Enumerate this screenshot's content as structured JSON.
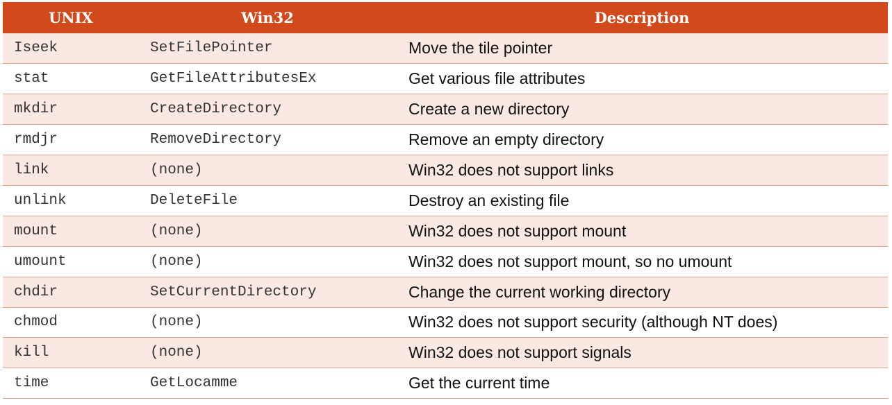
{
  "table": {
    "headers": [
      "UNIX",
      "Win32",
      "Description"
    ],
    "rows": [
      {
        "unix": "Iseek",
        "win32": "SetFilePointer",
        "description": "Move the tile pointer"
      },
      {
        "unix": "stat",
        "win32": "GetFileAttributesEx",
        "description": "Get various file attributes"
      },
      {
        "unix": "mkdir",
        "win32": "CreateDirectory",
        "description": "Create a new directory"
      },
      {
        "unix": "rmdjr",
        "win32": "RemoveDirectory",
        "description": "Remove an empty directory"
      },
      {
        "unix": "link",
        "win32": "(none)",
        "description": "Win32 does not support links"
      },
      {
        "unix": "unlink",
        "win32": "DeleteFile",
        "description": "Destroy an existing file"
      },
      {
        "unix": "mount",
        "win32": "(none)",
        "description": "Win32 does not support mount"
      },
      {
        "unix": "umount",
        "win32": "(none)",
        "description": "Win32 does not support mount, so no umount"
      },
      {
        "unix": "chdir",
        "win32": "SetCurrentDirectory",
        "description": "Change the current working directory"
      },
      {
        "unix": "chmod",
        "win32": "(none)",
        "description": "Win32 does not support security (although NT does)"
      },
      {
        "unix": "kill",
        "win32": "(none)",
        "description": "Win32 does not support signals"
      },
      {
        "unix": "time",
        "win32": "GetLocamme",
        "description": "Get the current time"
      }
    ]
  },
  "colors": {
    "header_bg": "#d2491c",
    "header_text": "#ffffff",
    "row_alt_bg": "#fae9e3",
    "row_border": "#dba18c"
  }
}
